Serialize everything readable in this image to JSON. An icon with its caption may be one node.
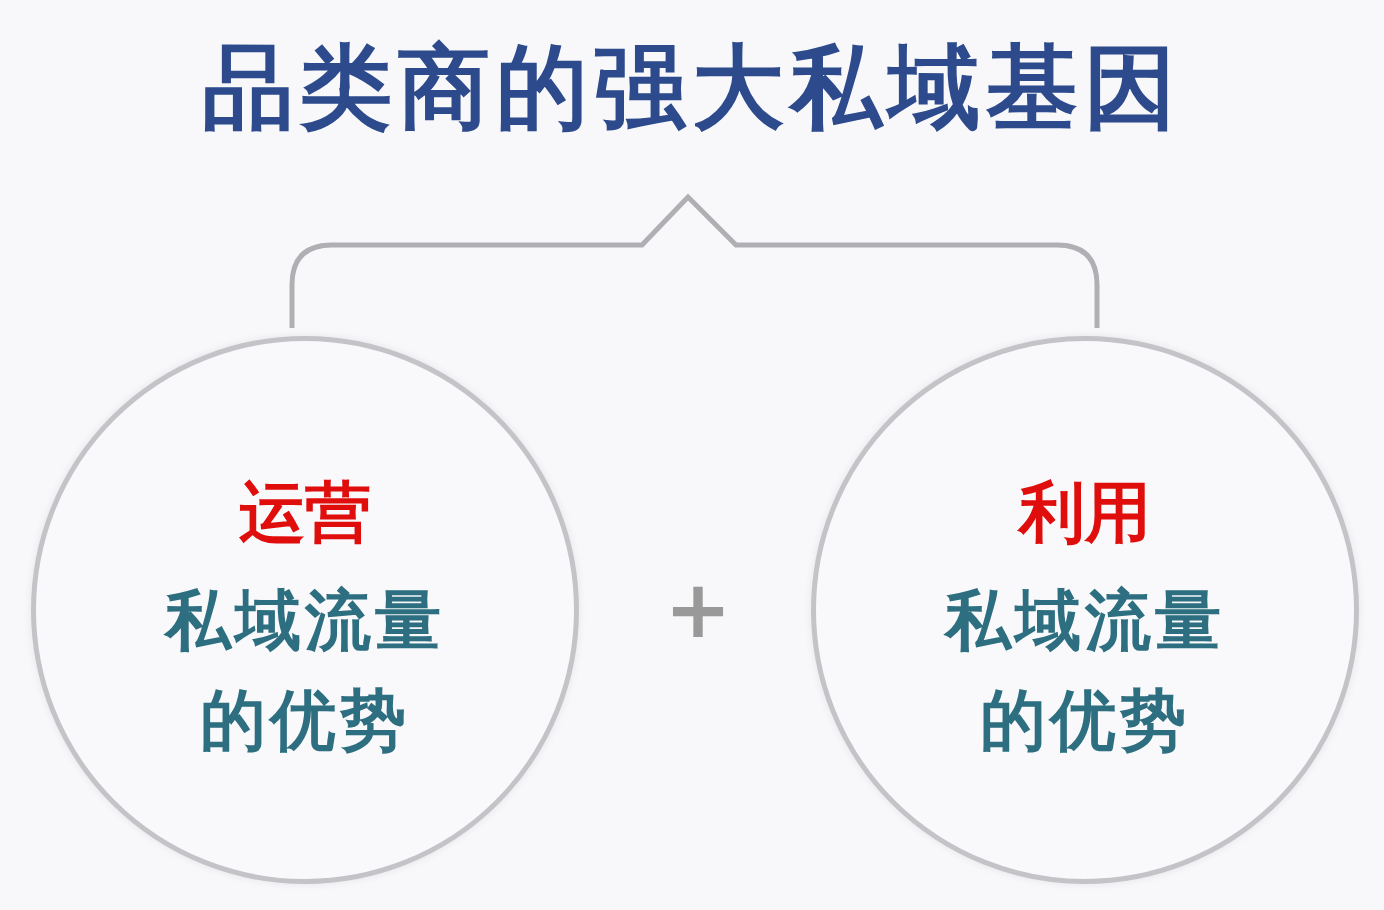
{
  "diagram": {
    "title": "品类商的强大私域基因",
    "nodes": [
      {
        "text": [
          "运营",
          "私域流量的优势"
        ]
      },
      {
        "text": [
          "利用",
          "私域流量的优势"
        ]
      }
    ],
    "edges": [],
    "labels": [
      "+"
    ]
  }
}
